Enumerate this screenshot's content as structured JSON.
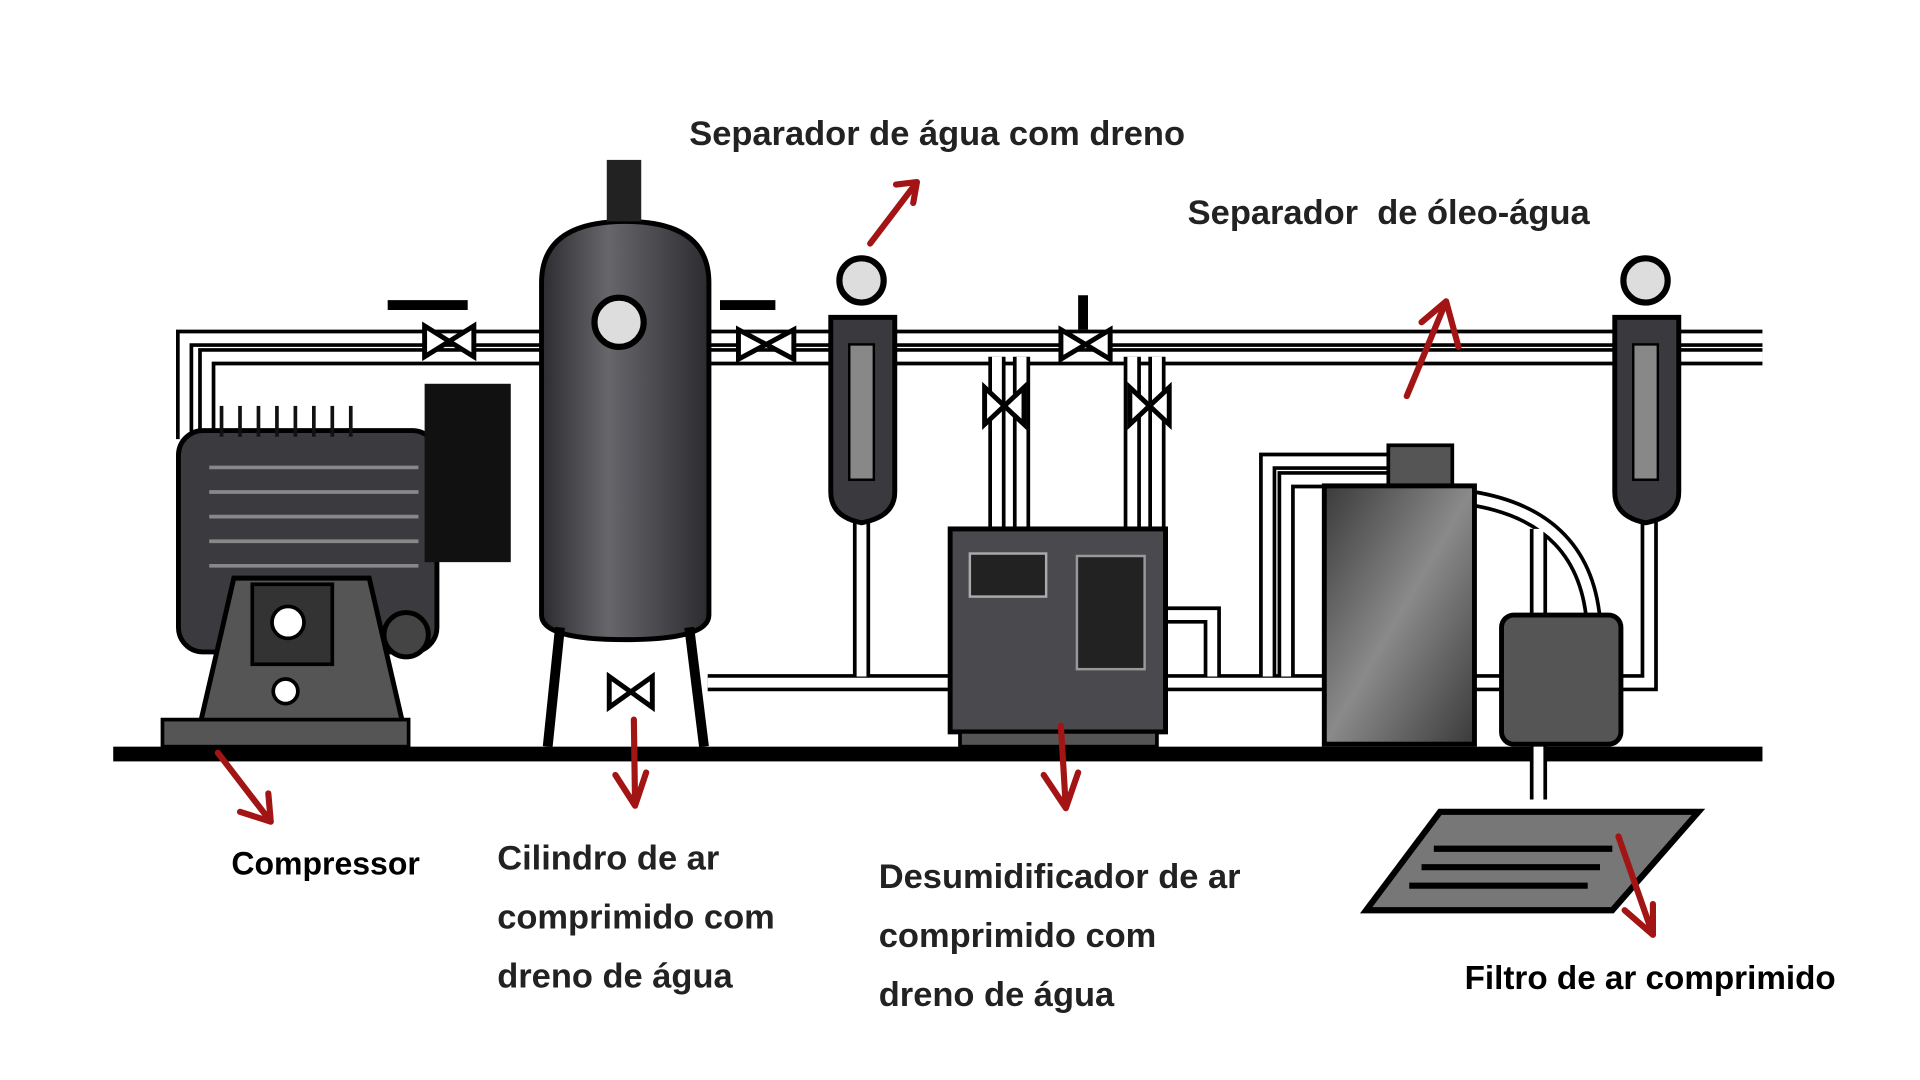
{
  "labels": {
    "water_separator": "Separador de água com dreno",
    "oil_water_separator": "Separador  de óleo-água",
    "compressor": "Compressor",
    "air_tank": [
      "Cilindro de ar",
      "comprimido com",
      "dreno de água"
    ],
    "dryer": [
      "Desumidificador de ar",
      "comprimido com",
      "dreno de água"
    ],
    "filter": "Filtro de ar comprimido"
  },
  "colors": {
    "arrow": "#a31414",
    "equipment": "#4a4a4e",
    "text": "#222222"
  }
}
